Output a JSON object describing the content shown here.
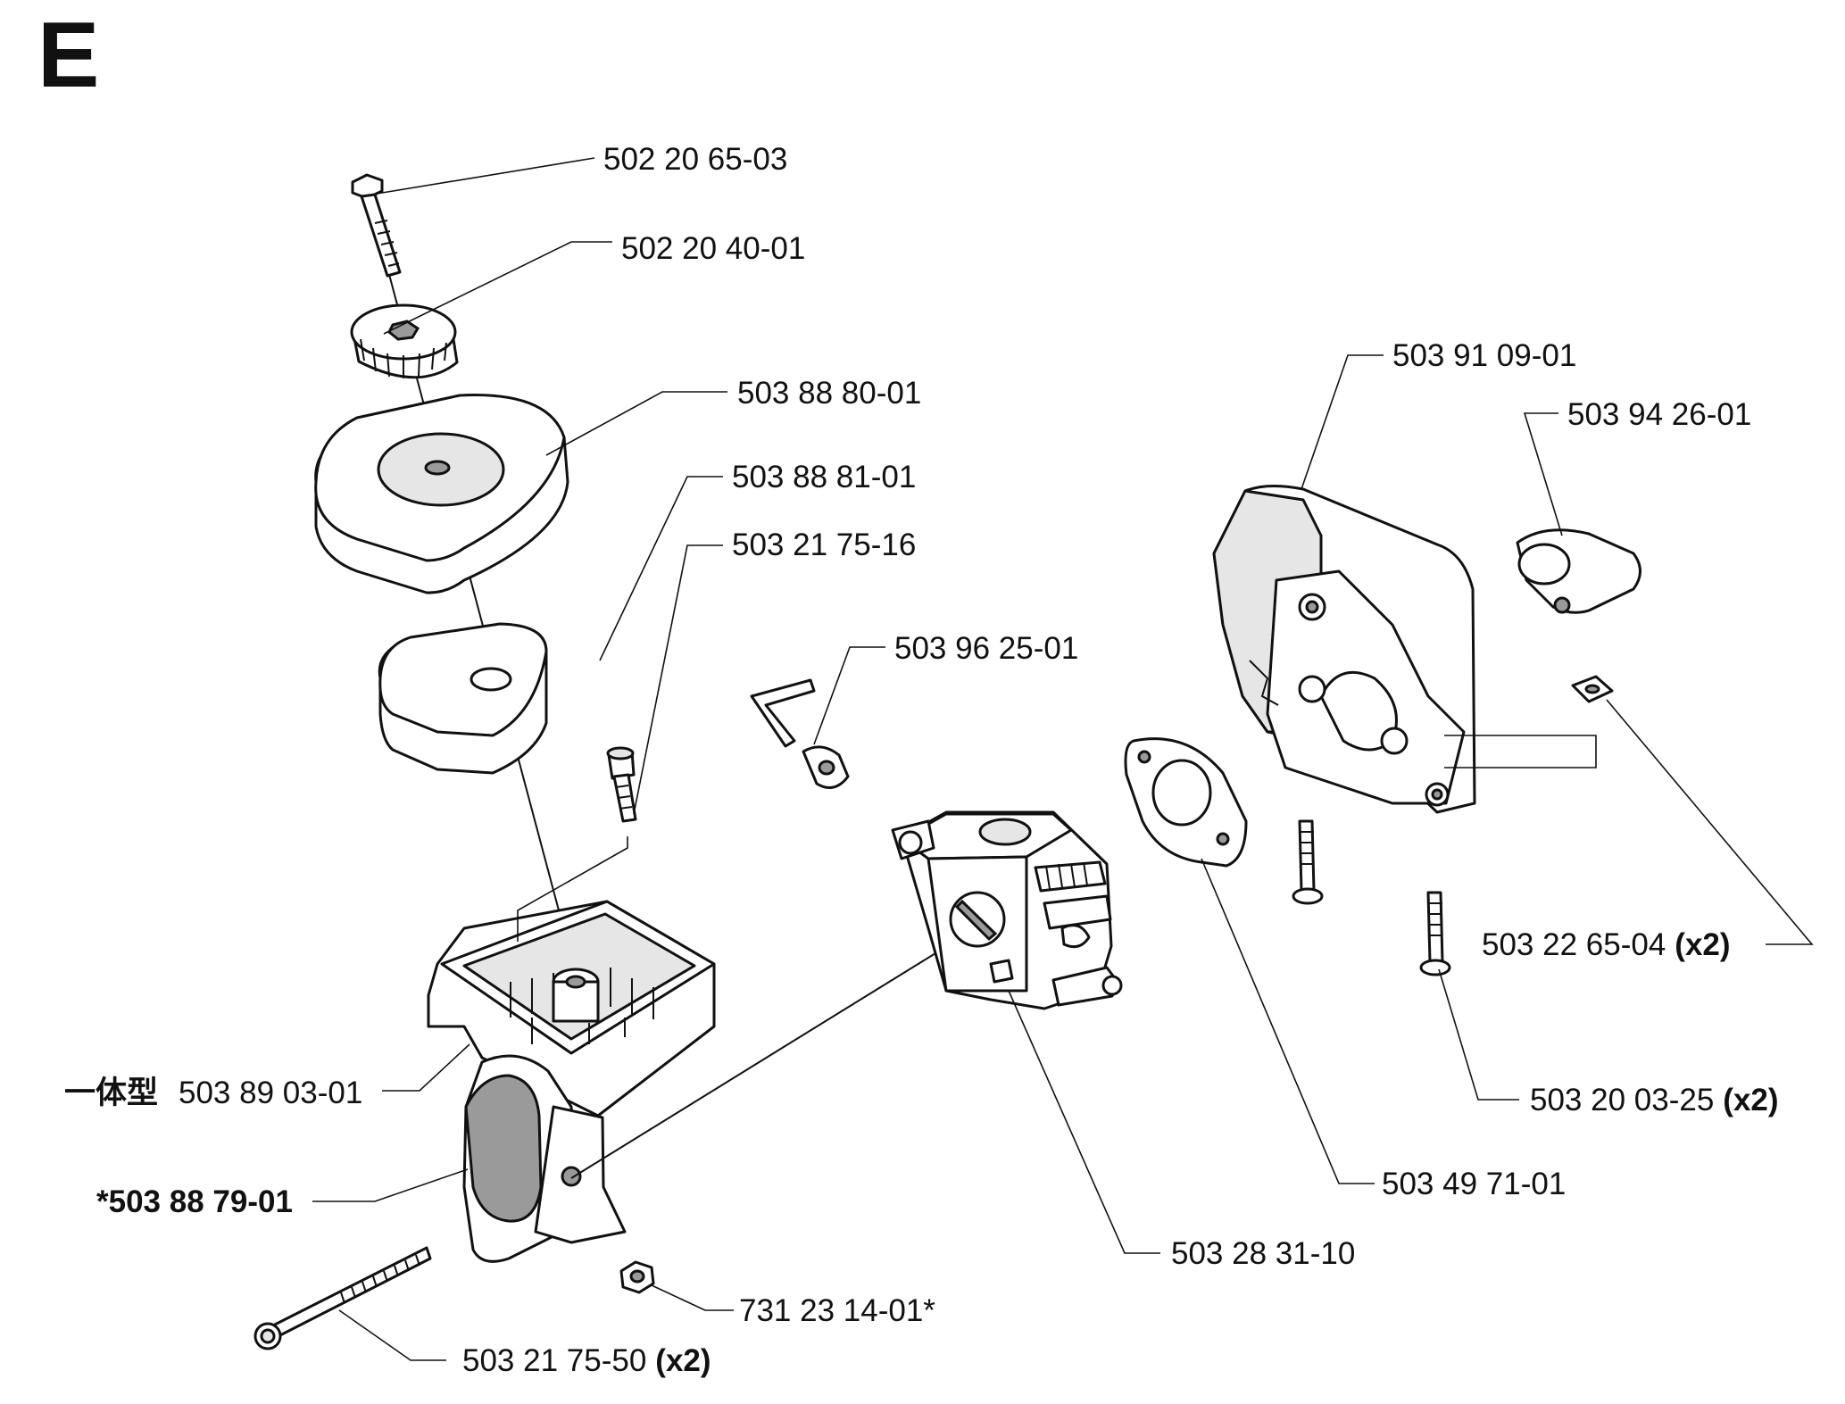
{
  "section_letter": "E",
  "labels": {
    "bolt_top": {
      "number": "502 20 65-03"
    },
    "knob": {
      "number": "502 20 40-01"
    },
    "filter_cover": {
      "number": "503 88 80-01"
    },
    "filter_element": {
      "number": "503 88 81-01"
    },
    "screw_small": {
      "number": "503 21 75-16"
    },
    "choke_lever": {
      "number": "503 96 25-01"
    },
    "housing": {
      "number": "503 91 09-01"
    },
    "grommet": {
      "number": "503 94 26-01"
    },
    "nut_square": {
      "number": "503 22 65-04",
      "qty": "(x2)"
    },
    "screw_housing": {
      "number": "503 20 03-25",
      "qty": "(x2)"
    },
    "gasket": {
      "number": "503 49 71-01"
    },
    "carburetor": {
      "number": "503 28 31-10"
    },
    "nut_bottom": {
      "number": "731 23 14-01*"
    },
    "long_bolt": {
      "number": "503 21 75-50",
      "qty": "(x2)"
    },
    "filter_base": {
      "prefix": "一体型",
      "number": "503 89 03-01"
    },
    "gasket_pad": {
      "number": "*503 88 79-01"
    }
  }
}
